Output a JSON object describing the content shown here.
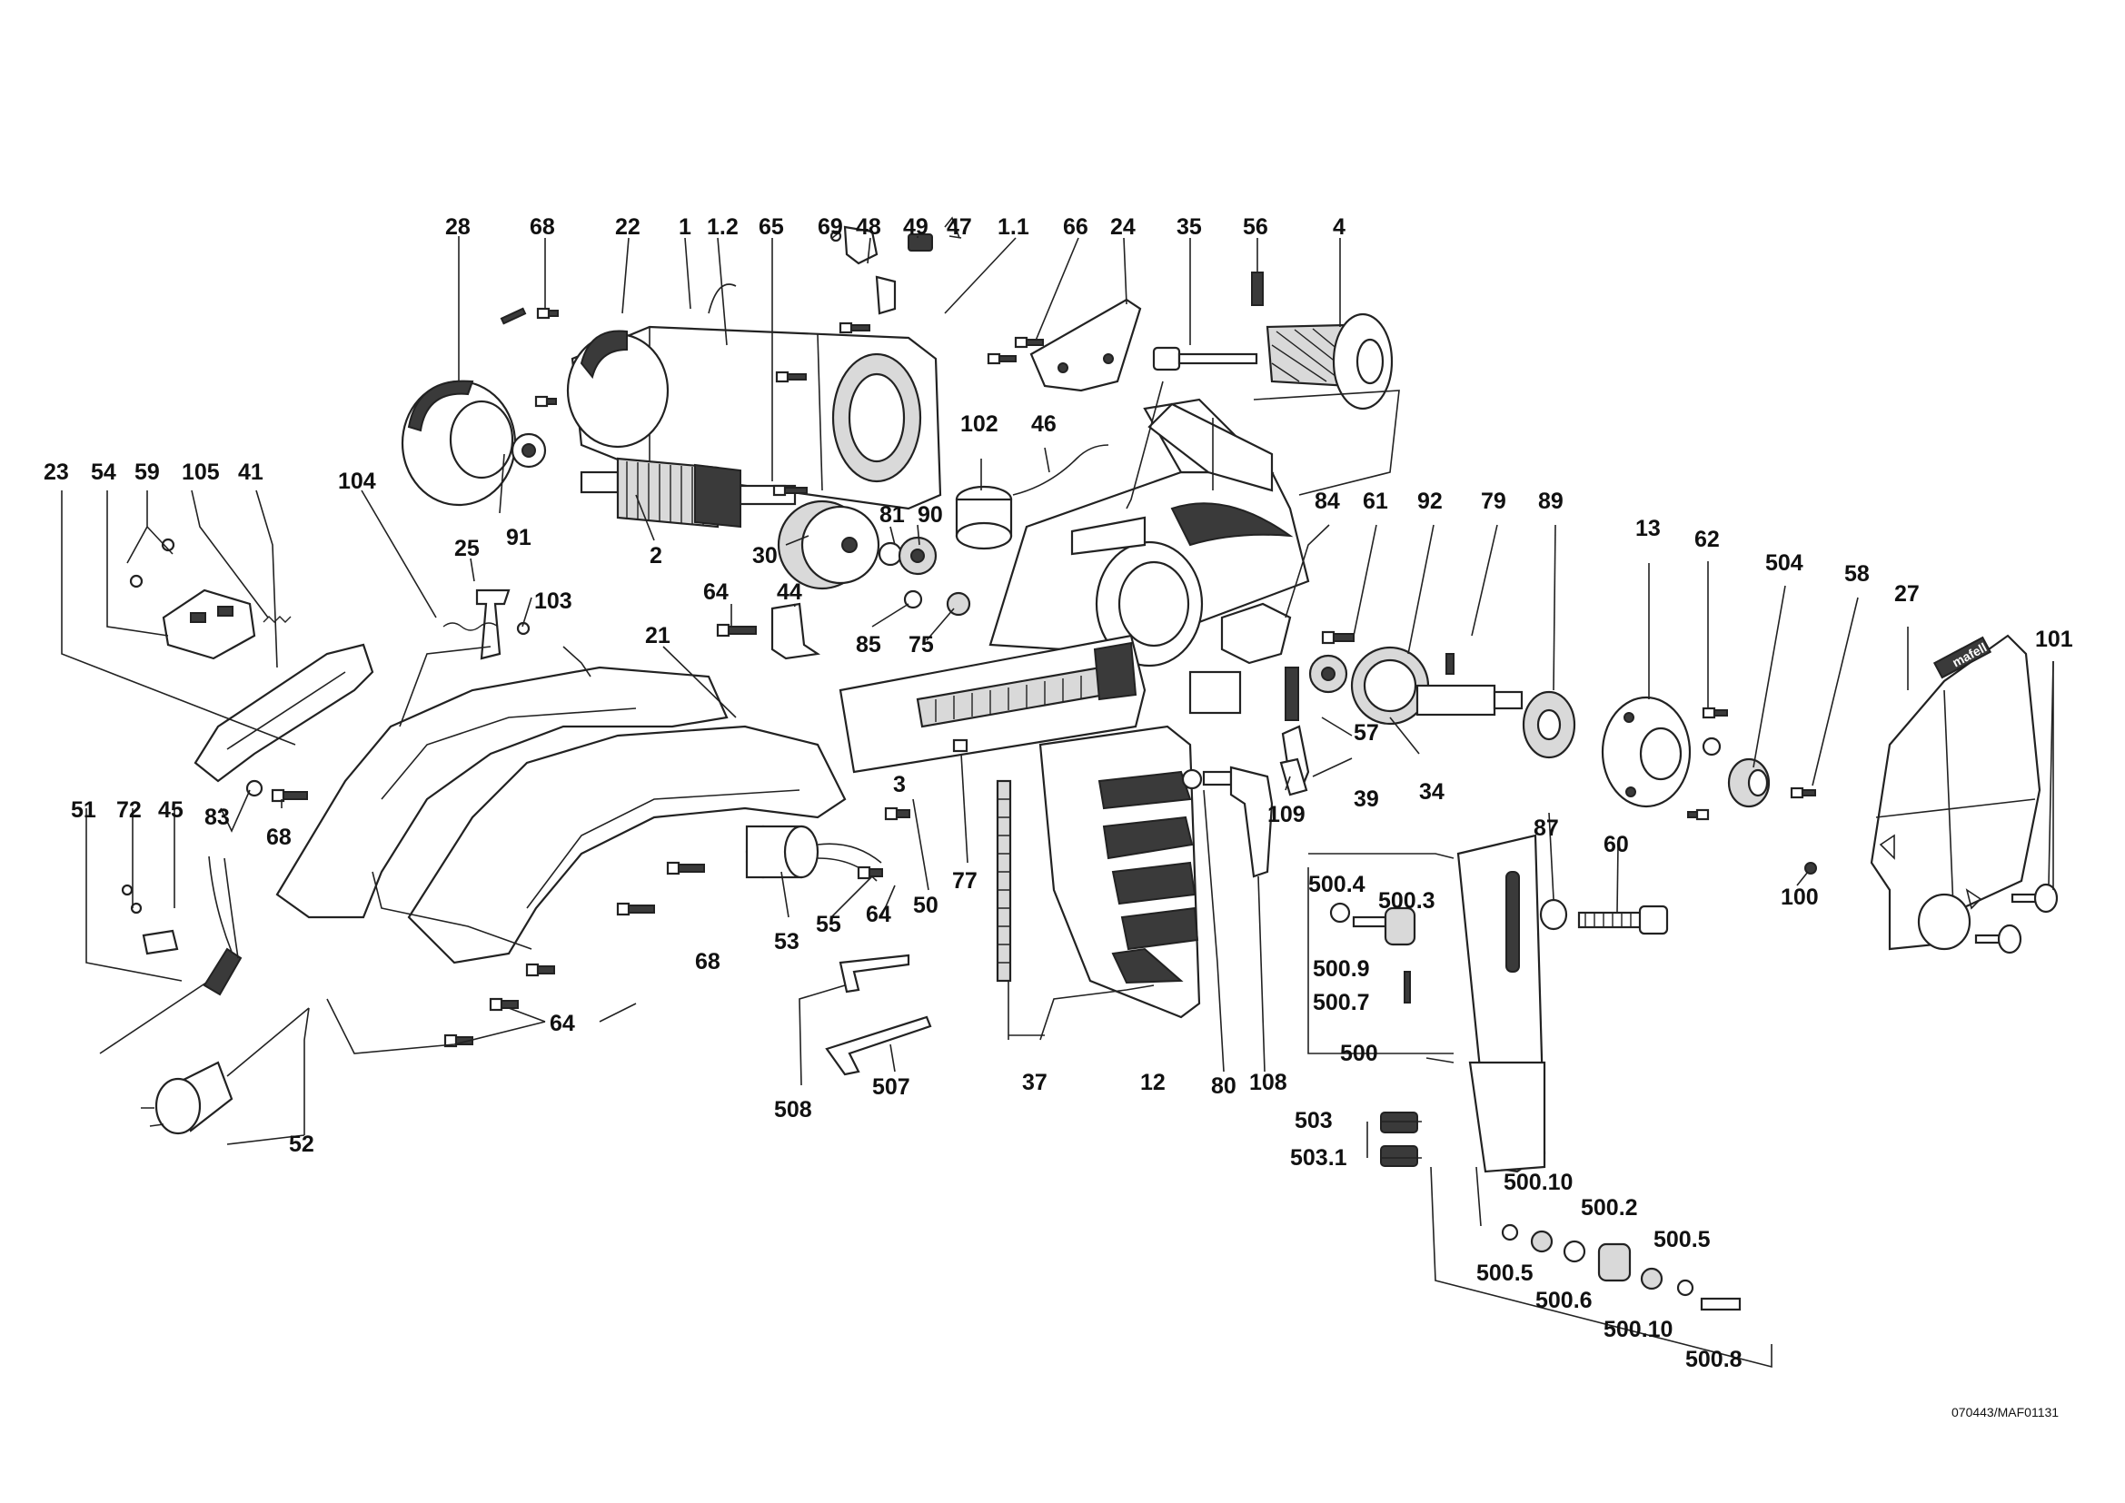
{
  "drawing_ref": "070443/MAF01131",
  "brand_mark": "mafell",
  "part_numbers": [
    "28",
    "68",
    "22",
    "1",
    "1.2",
    "65",
    "69",
    "48",
    "49",
    "47",
    "1.1",
    "66",
    "24",
    "35",
    "56",
    "4",
    "23",
    "54",
    "59",
    "105",
    "41",
    "104",
    "91",
    "2",
    "30",
    "81",
    "90",
    "102",
    "46",
    "84",
    "61",
    "92",
    "79",
    "89",
    "13",
    "62",
    "504",
    "58",
    "27",
    "101",
    "25",
    "103",
    "64",
    "44",
    "85",
    "75",
    "21",
    "3",
    "57",
    "39",
    "34",
    "109",
    "51",
    "72",
    "45",
    "83",
    "68",
    "53",
    "55",
    "64",
    "50",
    "77",
    "87",
    "60",
    "100",
    "500.4",
    "500.3",
    "500.9",
    "500.7",
    "68",
    "64",
    "37",
    "12",
    "80",
    "108",
    "500",
    "508",
    "507",
    "52",
    "503",
    "503.1",
    "500.10",
    "500.2",
    "500.5",
    "500.5",
    "500.6",
    "500.10",
    "500.8"
  ]
}
